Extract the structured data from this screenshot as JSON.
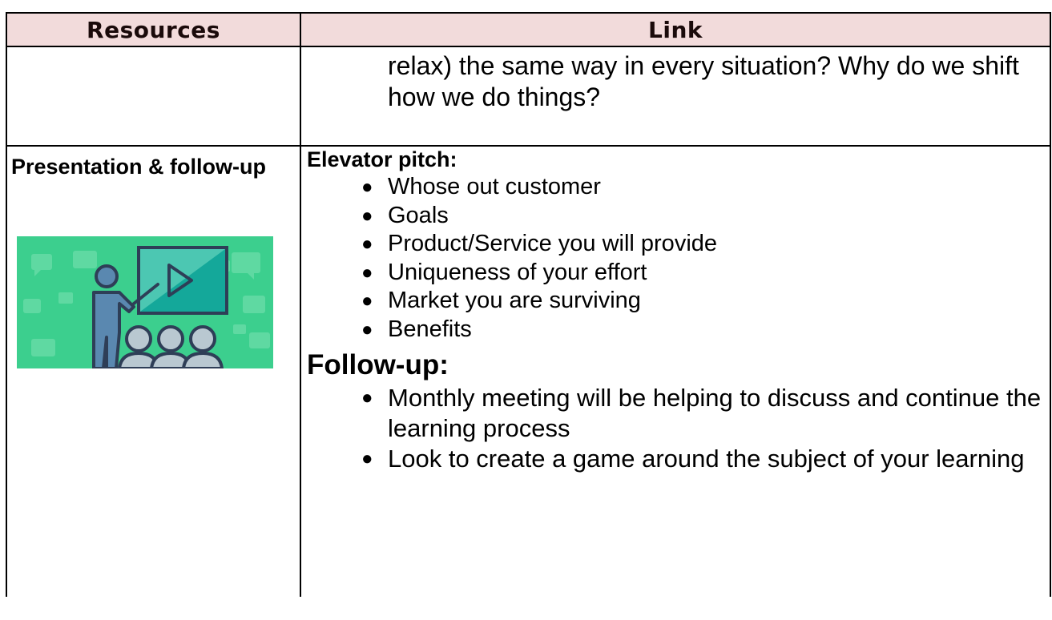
{
  "table": {
    "header": {
      "resources": "Resources",
      "link": "Link"
    },
    "continued_row": {
      "text": "relax) the same way in every situation? Why do we shift how we do things?"
    },
    "presentation_row": {
      "resource_title": "Presentation & follow-up",
      "image_icon": "presentation-illustration",
      "image_colors": {
        "background": "#3ccf8e",
        "screen": "#14a89a",
        "figure": "#5a88b0",
        "audience": "#b9c8d1"
      },
      "elevator_heading": "Elevator pitch:",
      "elevator_items": [
        "Whose out customer",
        "Goals",
        "Product/Service you will provide",
        "Uniqueness of your effort",
        "Market you are surviving",
        "Benefits"
      ],
      "followup_heading": "Follow-up:",
      "followup_items": [
        "Monthly meeting will be helping to discuss and continue the learning process",
        "Look to create a game around the subject of your learning"
      ]
    }
  },
  "colors": {
    "header_background": "#f2dbdb",
    "border": "#000000"
  }
}
